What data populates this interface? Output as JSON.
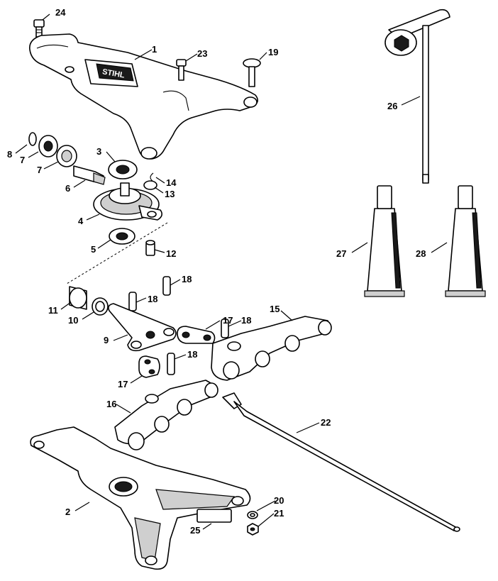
{
  "diagram": {
    "type": "exploded-parts-diagram",
    "brand_mark": "STIHL",
    "callouts": [
      {
        "id": "24",
        "label": "24"
      },
      {
        "id": "1",
        "label": "1"
      },
      {
        "id": "23",
        "label": "23"
      },
      {
        "id": "19",
        "label": "19"
      },
      {
        "id": "26",
        "label": "26"
      },
      {
        "id": "8",
        "label": "8"
      },
      {
        "id": "7a",
        "label": "7"
      },
      {
        "id": "7b",
        "label": "7"
      },
      {
        "id": "3",
        "label": "3"
      },
      {
        "id": "14",
        "label": "14"
      },
      {
        "id": "13",
        "label": "13"
      },
      {
        "id": "6",
        "label": "6"
      },
      {
        "id": "4",
        "label": "4"
      },
      {
        "id": "5",
        "label": "5"
      },
      {
        "id": "12",
        "label": "12"
      },
      {
        "id": "27",
        "label": "27"
      },
      {
        "id": "28",
        "label": "28"
      },
      {
        "id": "18a",
        "label": "18"
      },
      {
        "id": "18b",
        "label": "18"
      },
      {
        "id": "11",
        "label": "11"
      },
      {
        "id": "10",
        "label": "10"
      },
      {
        "id": "15",
        "label": "15"
      },
      {
        "id": "17a",
        "label": "17"
      },
      {
        "id": "18c",
        "label": "18"
      },
      {
        "id": "9",
        "label": "9"
      },
      {
        "id": "18d",
        "label": "18"
      },
      {
        "id": "17b",
        "label": "17"
      },
      {
        "id": "16",
        "label": "16"
      },
      {
        "id": "22",
        "label": "22"
      },
      {
        "id": "2",
        "label": "2"
      },
      {
        "id": "20",
        "label": "20"
      },
      {
        "id": "21",
        "label": "21"
      },
      {
        "id": "25",
        "label": "25"
      }
    ]
  }
}
